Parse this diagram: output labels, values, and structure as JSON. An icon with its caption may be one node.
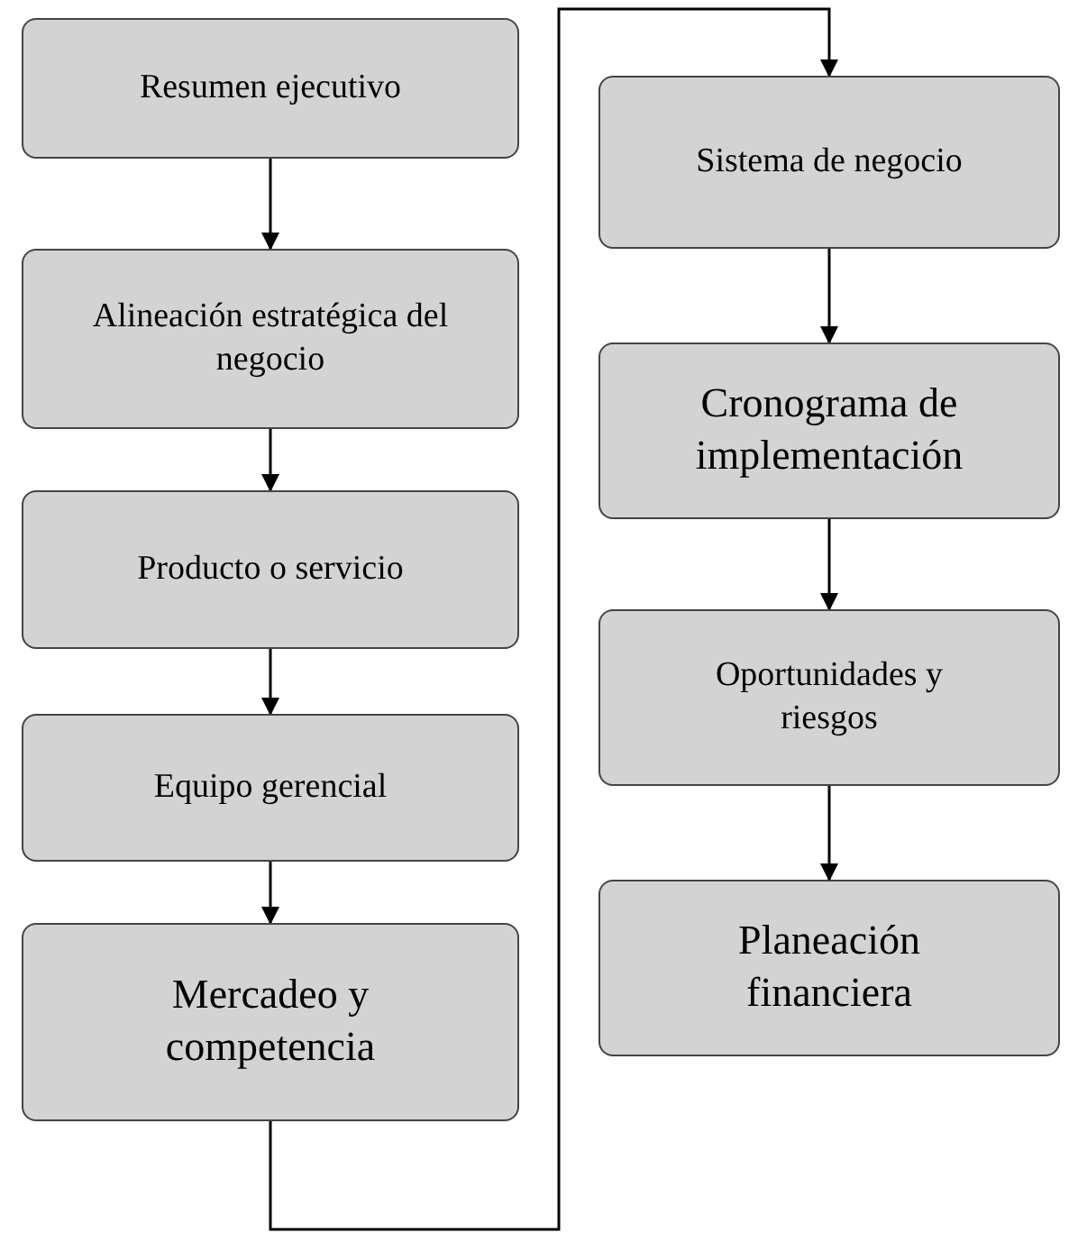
{
  "diagram": {
    "nodes": [
      {
        "text": [
          "Resumen ejecutivo"
        ]
      },
      {
        "text": [
          "Alineación estratégica del negocio"
        ]
      },
      {
        "text": [
          "Producto o servicio"
        ]
      },
      {
        "text": [
          "Equipo gerencial"
        ]
      },
      {
        "text": [
          "Mercadeo y competencia"
        ]
      },
      {
        "text": [
          "Sistema de negocio"
        ]
      },
      {
        "text": [
          "Cronograma de implementación"
        ]
      },
      {
        "text": [
          "Oportunidades y riesgos"
        ]
      },
      {
        "text": [
          "Planeación financiera"
        ]
      }
    ],
    "edges": [
      {
        "from": 0,
        "to": 1,
        "arrow": "to"
      },
      {
        "from": 1,
        "to": 2,
        "arrow": "to"
      },
      {
        "from": 2,
        "to": 3,
        "arrow": "to"
      },
      {
        "from": 3,
        "to": 4,
        "arrow": "to"
      },
      {
        "from": 4,
        "to": 5,
        "arrow": "to"
      },
      {
        "from": 5,
        "to": 6,
        "arrow": "to"
      },
      {
        "from": 6,
        "to": 7,
        "arrow": "to"
      },
      {
        "from": 7,
        "to": 8,
        "arrow": "to"
      }
    ]
  }
}
